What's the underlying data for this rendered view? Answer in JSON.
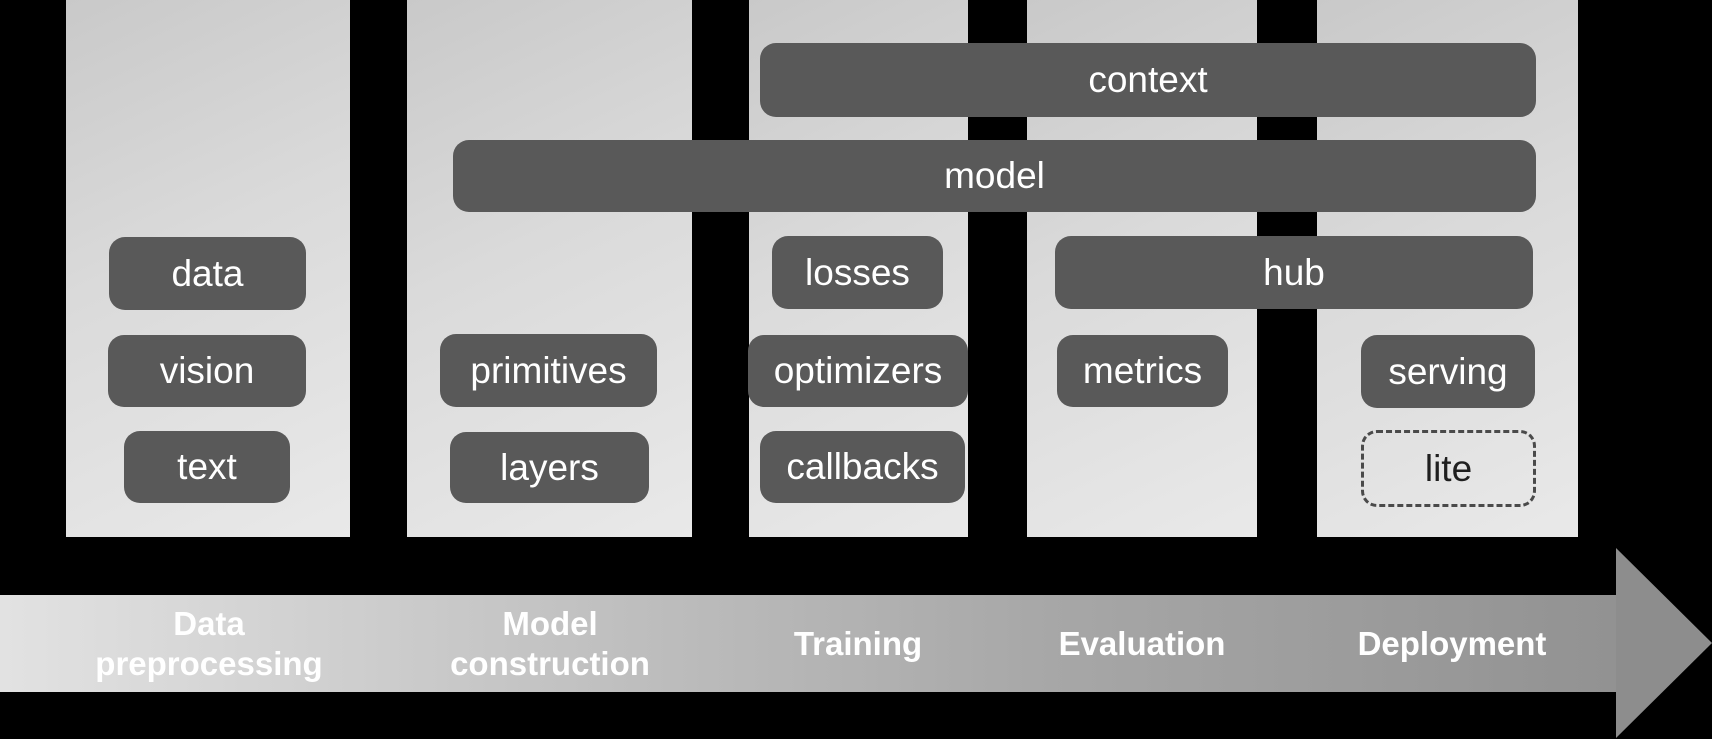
{
  "colors": {
    "background": "#000000",
    "column_fill_light": "#e9e9e9",
    "column_fill_dark": "#c9c9c9",
    "module_box_fill": "#595959",
    "module_box_text": "#ffffff",
    "lite_box_border": "#4a4a4a",
    "lite_box_text": "#1f1f1f",
    "arrow_gradient_start": "#e2e2e2",
    "arrow_gradient_end": "#929292",
    "arrow_head_fill": "#8d8d8d",
    "stage_label_text": "#ffffff"
  },
  "diagram": {
    "overlay_bars": [
      {
        "label": "context"
      },
      {
        "label": "model"
      }
    ],
    "columns": [
      {
        "stage": "Data preprocessing",
        "boxes": [
          {
            "label": "data"
          },
          {
            "label": "vision"
          },
          {
            "label": "text"
          }
        ]
      },
      {
        "stage": "Model construction",
        "boxes": [
          {
            "label": "primitives"
          },
          {
            "label": "layers"
          }
        ]
      },
      {
        "stage": "Training",
        "boxes": [
          {
            "label": "losses"
          },
          {
            "label": "optimizers"
          },
          {
            "label": "callbacks"
          }
        ]
      },
      {
        "stage": "Evaluation",
        "boxes": [
          {
            "label": "hub"
          },
          {
            "label": "metrics"
          }
        ]
      },
      {
        "stage": "Deployment",
        "boxes": [
          {
            "label": "serving"
          },
          {
            "label": "lite",
            "style": "dashed"
          }
        ]
      }
    ],
    "flow_direction": "left-to-right"
  }
}
